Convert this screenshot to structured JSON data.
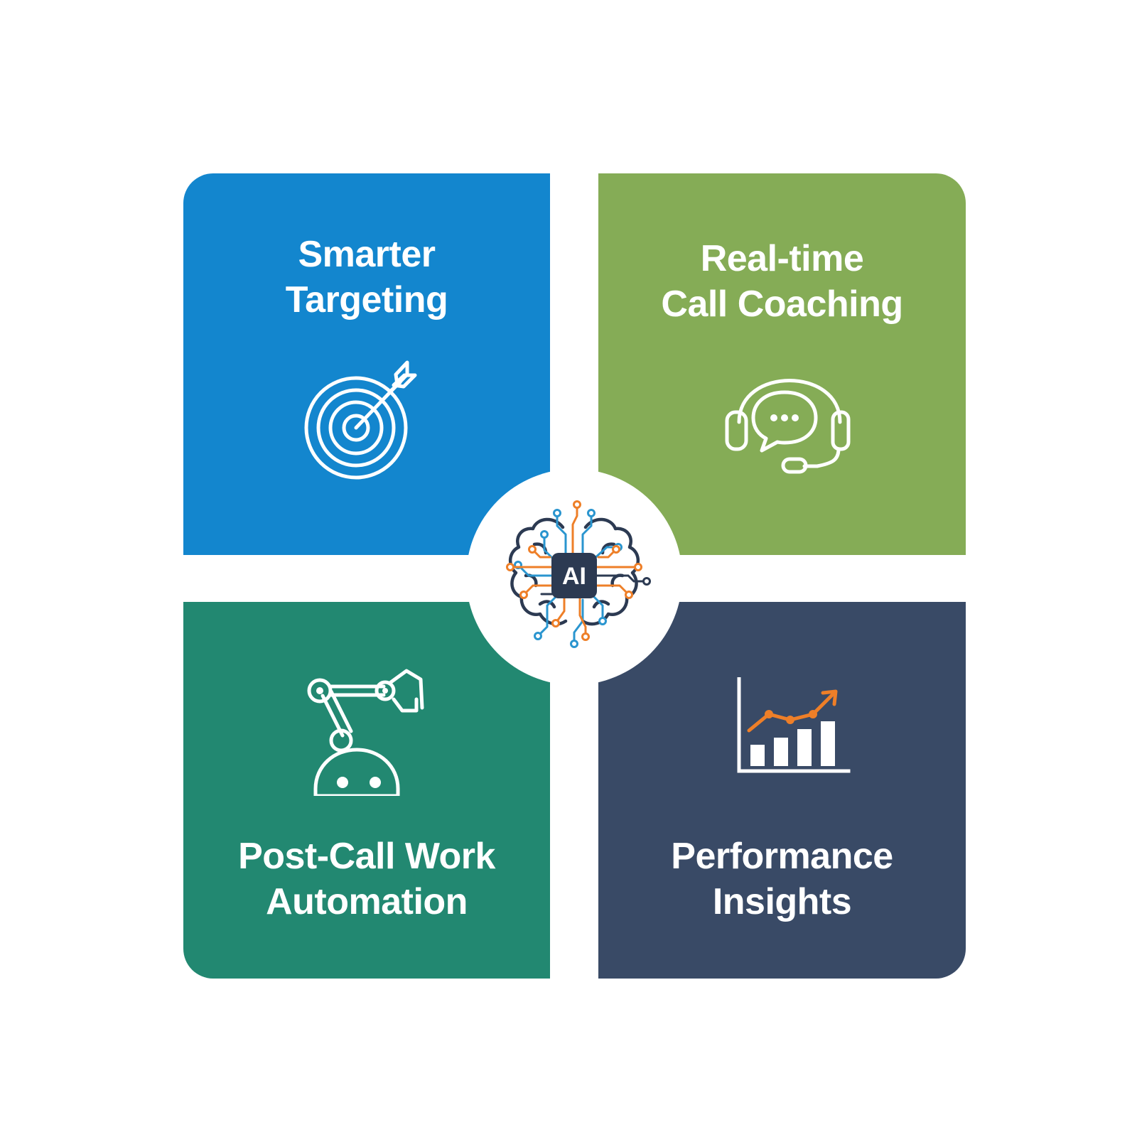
{
  "colors": {
    "background": "#ffffff",
    "quadrant_blue": "#1386CE",
    "quadrant_green": "#85AC56",
    "quadrant_teal": "#228871",
    "quadrant_navy": "#394A66",
    "icon_stroke": "#ffffff",
    "accent_orange": "#EE7F28",
    "accent_blue": "#2A95CF",
    "hub_dark": "#2C3A52"
  },
  "quadrants": [
    {
      "id": "smarter-targeting",
      "title_lines": [
        "Smarter",
        "Targeting"
      ],
      "icon": "target-icon"
    },
    {
      "id": "real-time-call-coaching",
      "title_lines": [
        "Real-time",
        "Call Coaching"
      ],
      "icon": "headset-chat-icon"
    },
    {
      "id": "post-call-work-automation",
      "title_lines": [
        "Post-Call Work",
        "Automation"
      ],
      "icon": "robot-arm-icon"
    },
    {
      "id": "performance-insights",
      "title_lines": [
        "Performance",
        "Insights"
      ],
      "icon": "bar-chart-trend-icon"
    }
  ],
  "hub": {
    "label": "AI",
    "icon": "circuit-brain-icon"
  }
}
